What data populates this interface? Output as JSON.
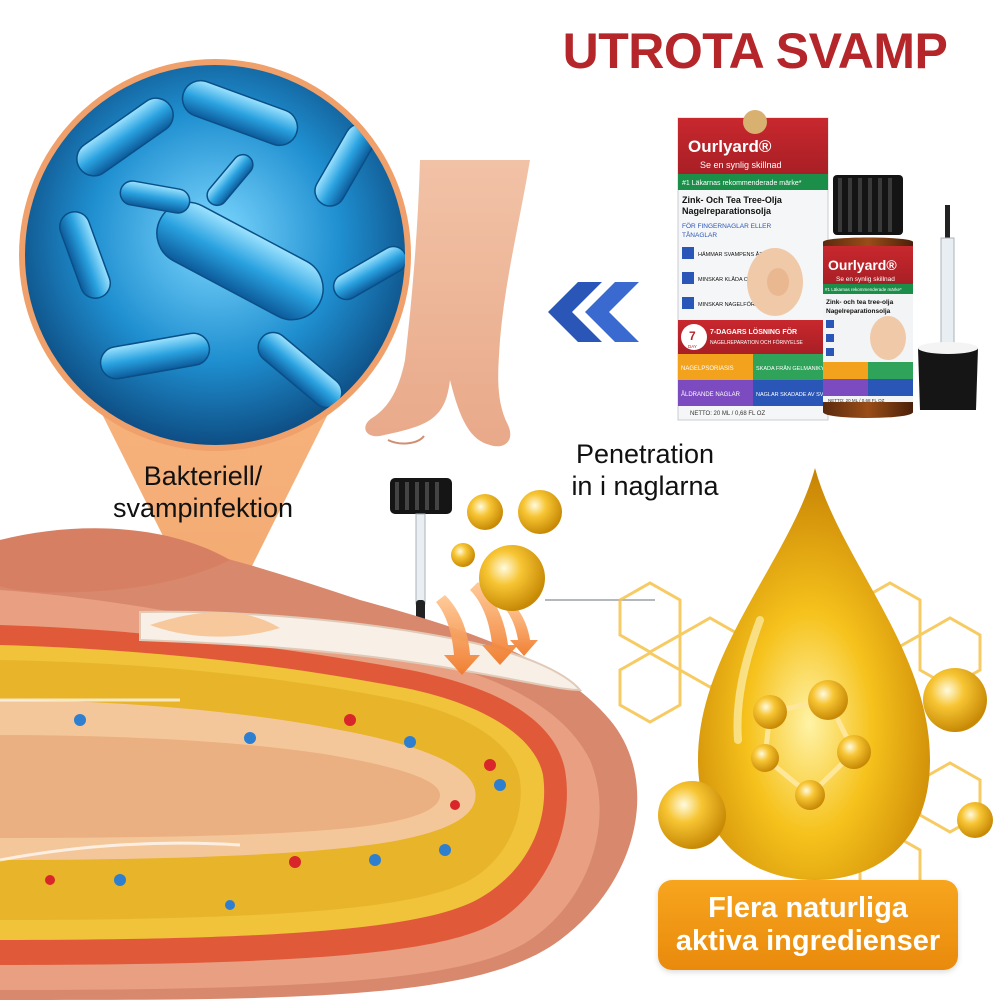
{
  "headline": "UTROTA SVAMP",
  "labels": {
    "infection_line1": "Bakteriell/",
    "infection_line2": "svampinfektion",
    "penetration_line1": "Penetration",
    "penetration_line2": "in i naglarna",
    "ingredients_line1": "Flera naturliga",
    "ingredients_line2": "aktiva ingredienser"
  },
  "product_box": {
    "brand": "Ourlyard®",
    "tagline": "Se en synlig skillnad",
    "badge": "#1 Läkarnas rekommenderade märke*",
    "product_name_line1": "Zink- Och Tea Tree-Olja",
    "product_name_line2": "Nagelreparationsolja",
    "for_line1": "FÖR FINGERNAGLAR ELLER",
    "for_line2": "TÅNAGLAR",
    "benefits": [
      "HÄMMAR SVAMPENS ÅTERVÄXT",
      "MINSKAR KLÅDA OCH OBEHAG",
      "MINSKAR NAGELFÖRÄNDRINGAR"
    ],
    "seven_day_line1": "7-DAGARS LÖSNING FÖR",
    "seven_day_line2": "NAGELREPARATION OCH FÖRNYELSE",
    "seven_badge": "7",
    "seven_badge_sub": "DAY",
    "grid": [
      "NAGELPSORIASIS",
      "SKADA FRÅN GELMANIKYR",
      "ÅLDRANDE NAGLAR",
      "NAGLAR SKADADE AV SVAMP"
    ],
    "netto": "NETTO: 20 ML / 0,68 FL OZ"
  },
  "product_bottle": {
    "brand": "Ourlyard®",
    "tagline": "Se en synlig skillnad",
    "badge": "#1 Läkarnas rekommenderade märke*",
    "product_name_line1": "Zink- och tea tree-olja",
    "product_name_line2": "Nagelreparationsolja",
    "netto": "NETTO: 20 ML / 0,68 FL OZ"
  },
  "icons": [
    "bacteria-magnifier",
    "double-chevron-left-icon",
    "hand-dropper",
    "oil-drop",
    "honeycomb",
    "nail-cross-section",
    "penetration-arrows"
  ],
  "colors": {
    "headline": "#b5262a",
    "pill": "#f29a16",
    "box_red": "#b8242a",
    "chevron": "#2a56b8",
    "bacteria": "#1f8fd0"
  }
}
